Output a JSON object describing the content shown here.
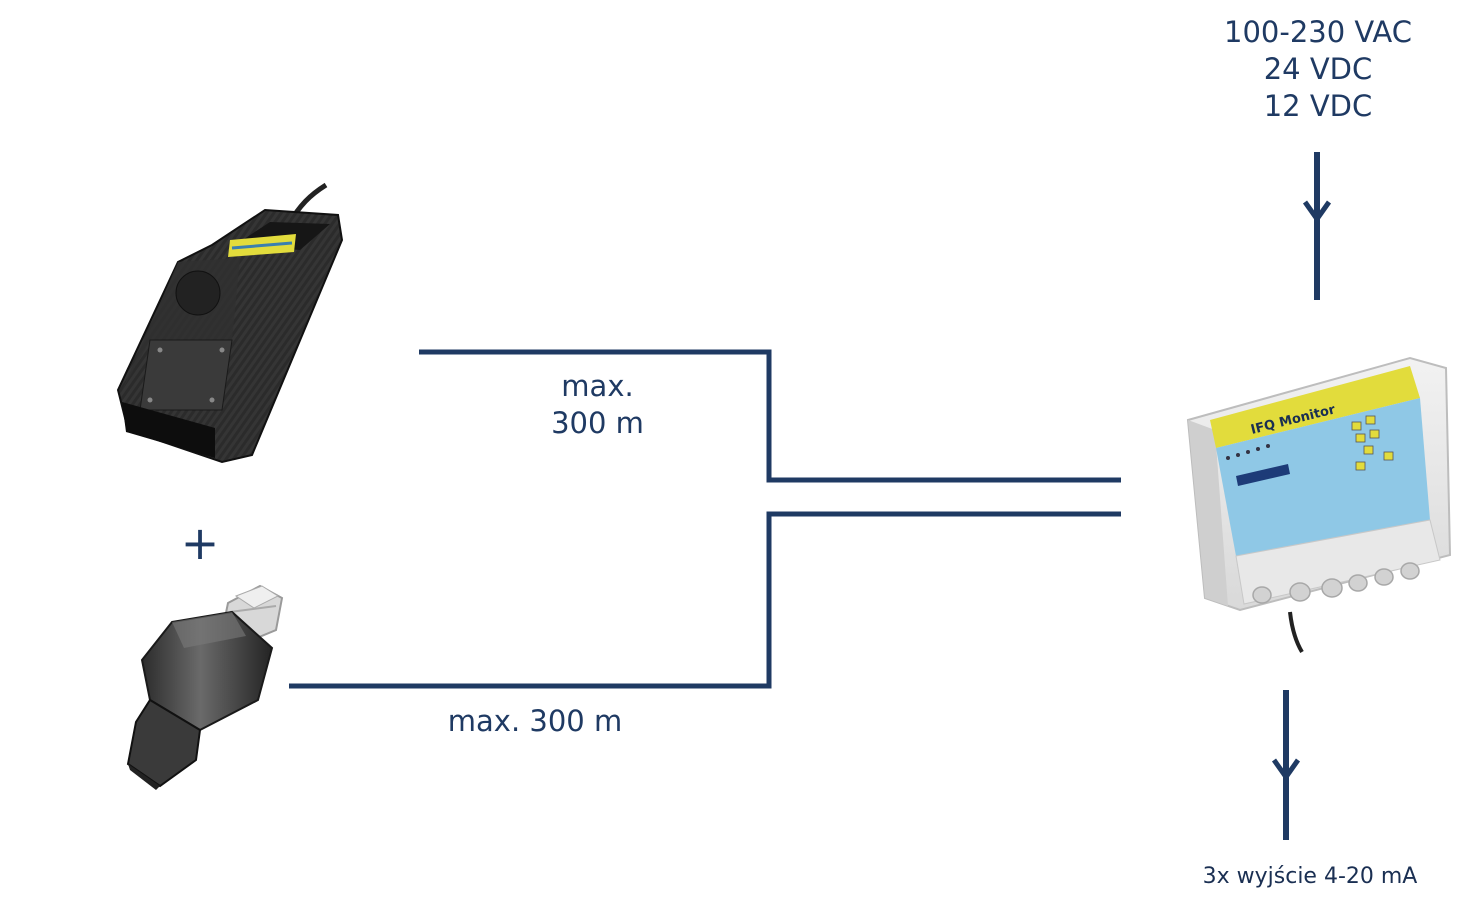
{
  "power_supply": {
    "lines": [
      "100-230 VAC",
      "24 VDC",
      "12 VDC"
    ]
  },
  "cable_top": {
    "label_lines": [
      "max.",
      "300 m"
    ]
  },
  "cable_bottom": {
    "label": "max. 300 m"
  },
  "plus_sign": "+",
  "monitor": {
    "brand_text": "IFQ Monitor"
  },
  "output": {
    "label": "3x wyjście 4-20 mA"
  },
  "colors": {
    "line": "#1f3a63",
    "monitor_stripe": "#e2dc3c",
    "monitor_panel": "#8fc8e6"
  },
  "icons": [
    "flow-sensor-probe",
    "ultrasonic-level-sensor",
    "ifq-monitor-device"
  ]
}
